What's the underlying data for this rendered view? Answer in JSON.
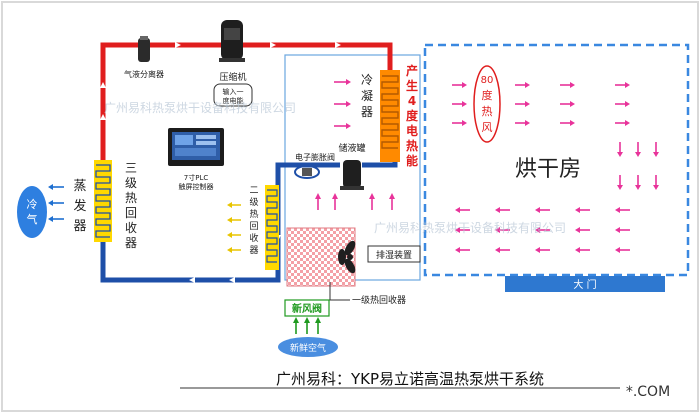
{
  "labels": {
    "gas_liquid_separator": "气液分离器",
    "compressor": "压缩机",
    "compressor_note": [
      "输入一",
      "度电能"
    ],
    "condenser": [
      "冷",
      "凝",
      "器"
    ],
    "heat_note": [
      "产",
      "生",
      "4",
      "度",
      "电",
      "热",
      "能"
    ],
    "hot_wind": [
      "80",
      "度",
      "热",
      "风"
    ],
    "drying_room": "烘干房",
    "receiver": "储液罐",
    "expansion_valve": "电子膨胀阀",
    "plc_line1": "7寸PLC",
    "plc_line2": "触屏控制器",
    "evaporator": [
      "蒸",
      "发",
      "器"
    ],
    "third_stage": [
      "三",
      "级",
      "热",
      "回",
      "收",
      "器"
    ],
    "second_stage": [
      "二",
      "级",
      "热",
      "回",
      "收",
      "器"
    ],
    "cold_air": [
      "冷",
      "气"
    ],
    "dehumid": "排湿装置",
    "first_stage": "一级热回收器",
    "fresh_damper": "新风阀",
    "fresh_air": "新鲜空气",
    "door": "大  门",
    "footer_title": "广州易科：YKP易立诺高温热泵烘干系统",
    "watermark": "广州易科热泵烘干设备科技有限公司",
    "corner_url": "*.COM"
  },
  "colors": {
    "hot_pipe": "#e01e1e",
    "cold_pipe": "#1e4fa8",
    "return_pipe": "#1a7ac8",
    "coil_orange": "#ff8a00",
    "coil_yellow": "#ffd800",
    "drying_border": "#3a88e0",
    "hot_arrow": "#e8339a",
    "heat_text": "#e01e1e",
    "cold_text": "#1e6fd0",
    "fresh_green": "#1f9a1f",
    "door_blue": "#2e78d0"
  }
}
